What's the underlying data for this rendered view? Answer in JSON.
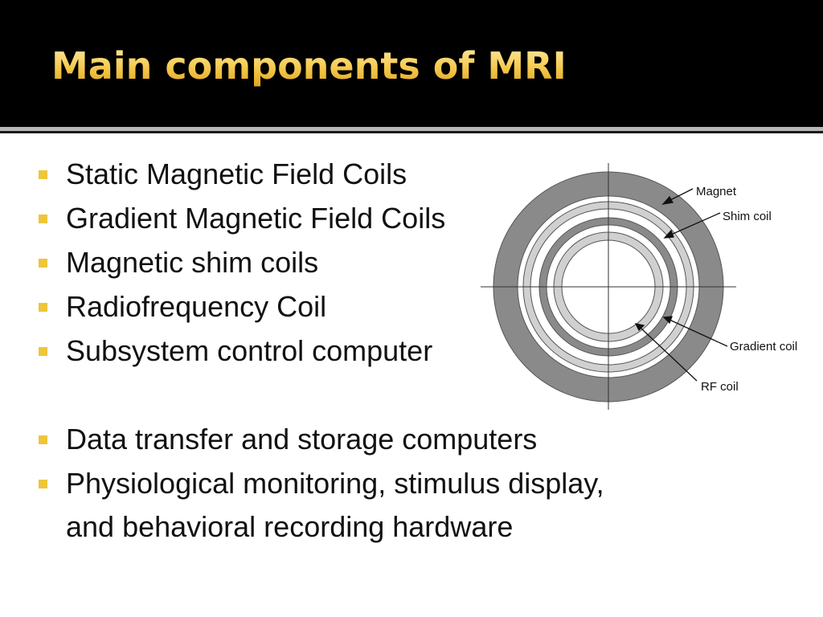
{
  "slide": {
    "title": "Main components of MRI",
    "accent_color": "#efc53a",
    "bullets": [
      {
        "text": "Static Magnetic Field Coils"
      },
      {
        "text": "Gradient Magnetic Field Coils"
      },
      {
        "text": "Magnetic shim coils"
      },
      {
        "text": "Radiofrequency Coil"
      },
      {
        "text": "Subsystem control computer"
      },
      {
        "text": "Data transfer and storage computers"
      },
      {
        "text": "Physiological monitoring, stimulus display,\nand behavioral recording hardware"
      }
    ]
  },
  "diagram": {
    "labels": {
      "magnet": "Magnet",
      "shim_coil": "Shim coil",
      "gradient_coil": "Gradient coil",
      "rf_coil": "RF coil"
    }
  }
}
